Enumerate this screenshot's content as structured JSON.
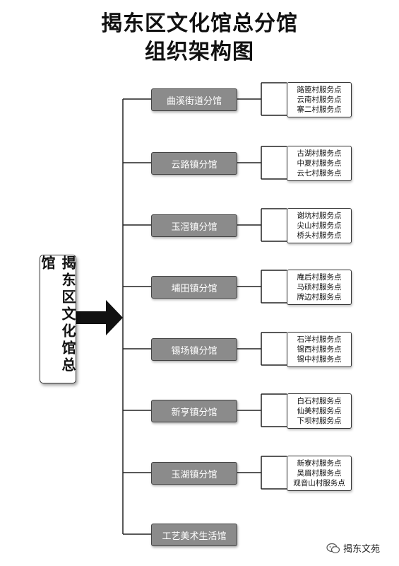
{
  "title": {
    "line1": "揭东区文化馆总分馆",
    "line2": "组织架构图"
  },
  "root": {
    "label": "揭东区文化馆总馆"
  },
  "branches": [
    {
      "label": "曲溪街道分馆",
      "points": [
        "路篦村服务点",
        "云南村服务点",
        "寨二村服务点"
      ]
    },
    {
      "label": "云路镇分馆",
      "points": [
        "古湖村服务点",
        "中夏村服务点",
        "云七村服务点"
      ]
    },
    {
      "label": "玉滘镇分馆",
      "points": [
        "谢坑村服务点",
        "尖山村服务点",
        "桥头村服务点"
      ]
    },
    {
      "label": "埔田镇分馆",
      "points": [
        "庵后村服务点",
        "马硕村服务点",
        "牌边村服务点"
      ]
    },
    {
      "label": "锡场镇分馆",
      "points": [
        "石洋村服务点",
        "锡西村服务点",
        "锡中村服务点"
      ]
    },
    {
      "label": "新亨镇分馆",
      "points": [
        "白石村服务点",
        "仙美村服务点",
        "下坝村服务点"
      ]
    },
    {
      "label": "玉湖镇分馆",
      "points": [
        "新寮村服务点",
        "吴眉村服务点",
        "观音山村服务点"
      ]
    },
    {
      "label": "工艺美术生活馆",
      "points": []
    }
  ],
  "footer": {
    "account": "揭东文苑",
    "icon": "wechat-icon"
  },
  "colors": {
    "branch_fill": "#8b8b8b",
    "line": "#222222",
    "arrow": "#111111"
  }
}
